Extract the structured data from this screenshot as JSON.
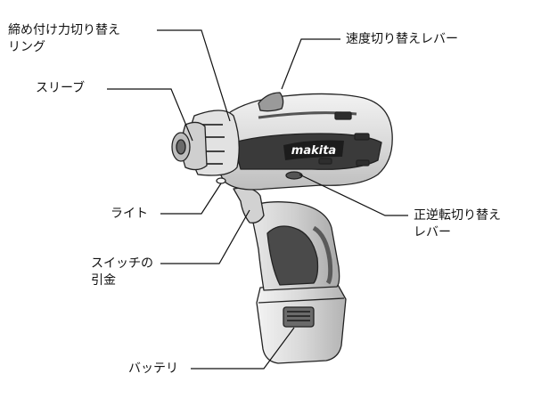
{
  "labels": {
    "torque_ring": [
      "締め付け力切り替え",
      "リング"
    ],
    "speed_lever": "速度切り替えレバー",
    "sleeve": "スリーブ",
    "light": "ライト",
    "reverse_lever": [
      "正逆転切り替え",
      "レバー"
    ],
    "trigger": [
      "スイッチの",
      "引金"
    ],
    "battery": "バッテリ"
  },
  "brand": "makita"
}
